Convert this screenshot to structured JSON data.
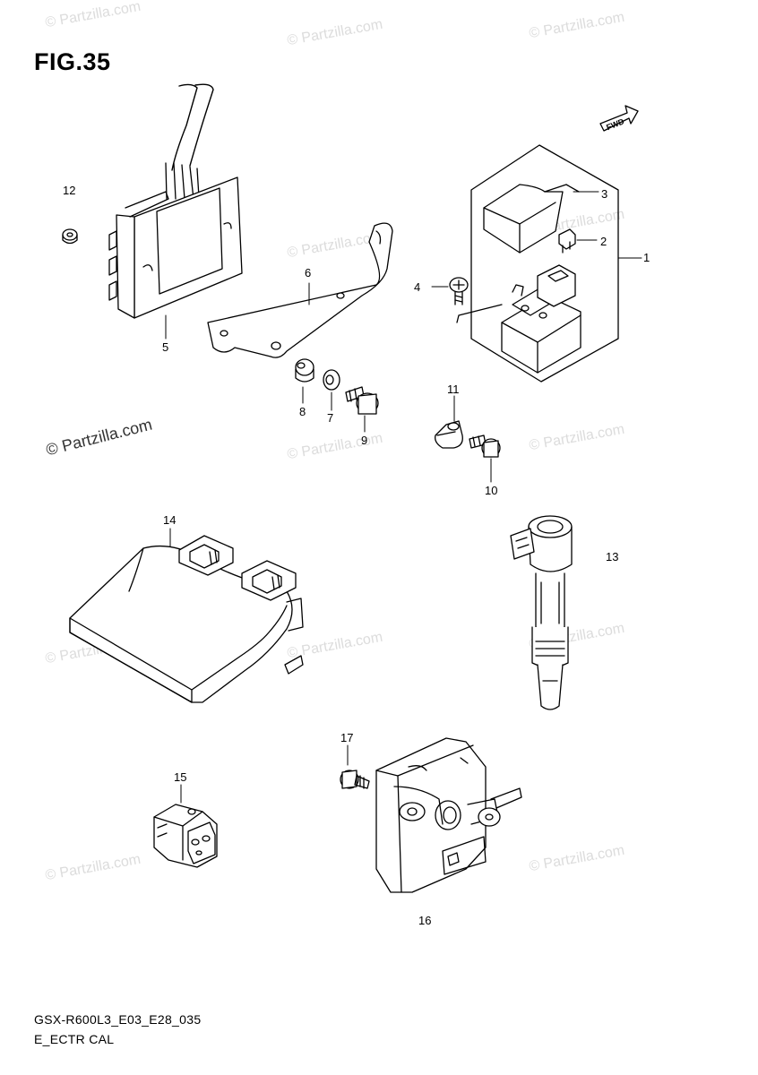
{
  "figure": {
    "title": "FIG.35"
  },
  "watermarks": [
    "© Partzilla.com",
    "© Partzilla.com",
    "© Partzilla.com",
    "© Partzilla.com",
    "© Partzilla.com",
    "© Partzilla.com",
    "© Partzilla.com",
    "© Partzilla.com",
    "© Partzilla.com",
    "© Partzilla.com",
    "© Partzilla.com",
    "© Partzilla.com"
  ],
  "brand_watermark": "© Partzilla.com",
  "fwd_label": "FWD",
  "callouts": [
    "1",
    "2",
    "3",
    "4",
    "5",
    "6",
    "7",
    "8",
    "9",
    "10",
    "11",
    "12",
    "13",
    "14",
    "15",
    "16",
    "17"
  ],
  "footer": {
    "code": "GSX-R600L3_E03_E28_035",
    "section": "E_ECTR CAL"
  }
}
